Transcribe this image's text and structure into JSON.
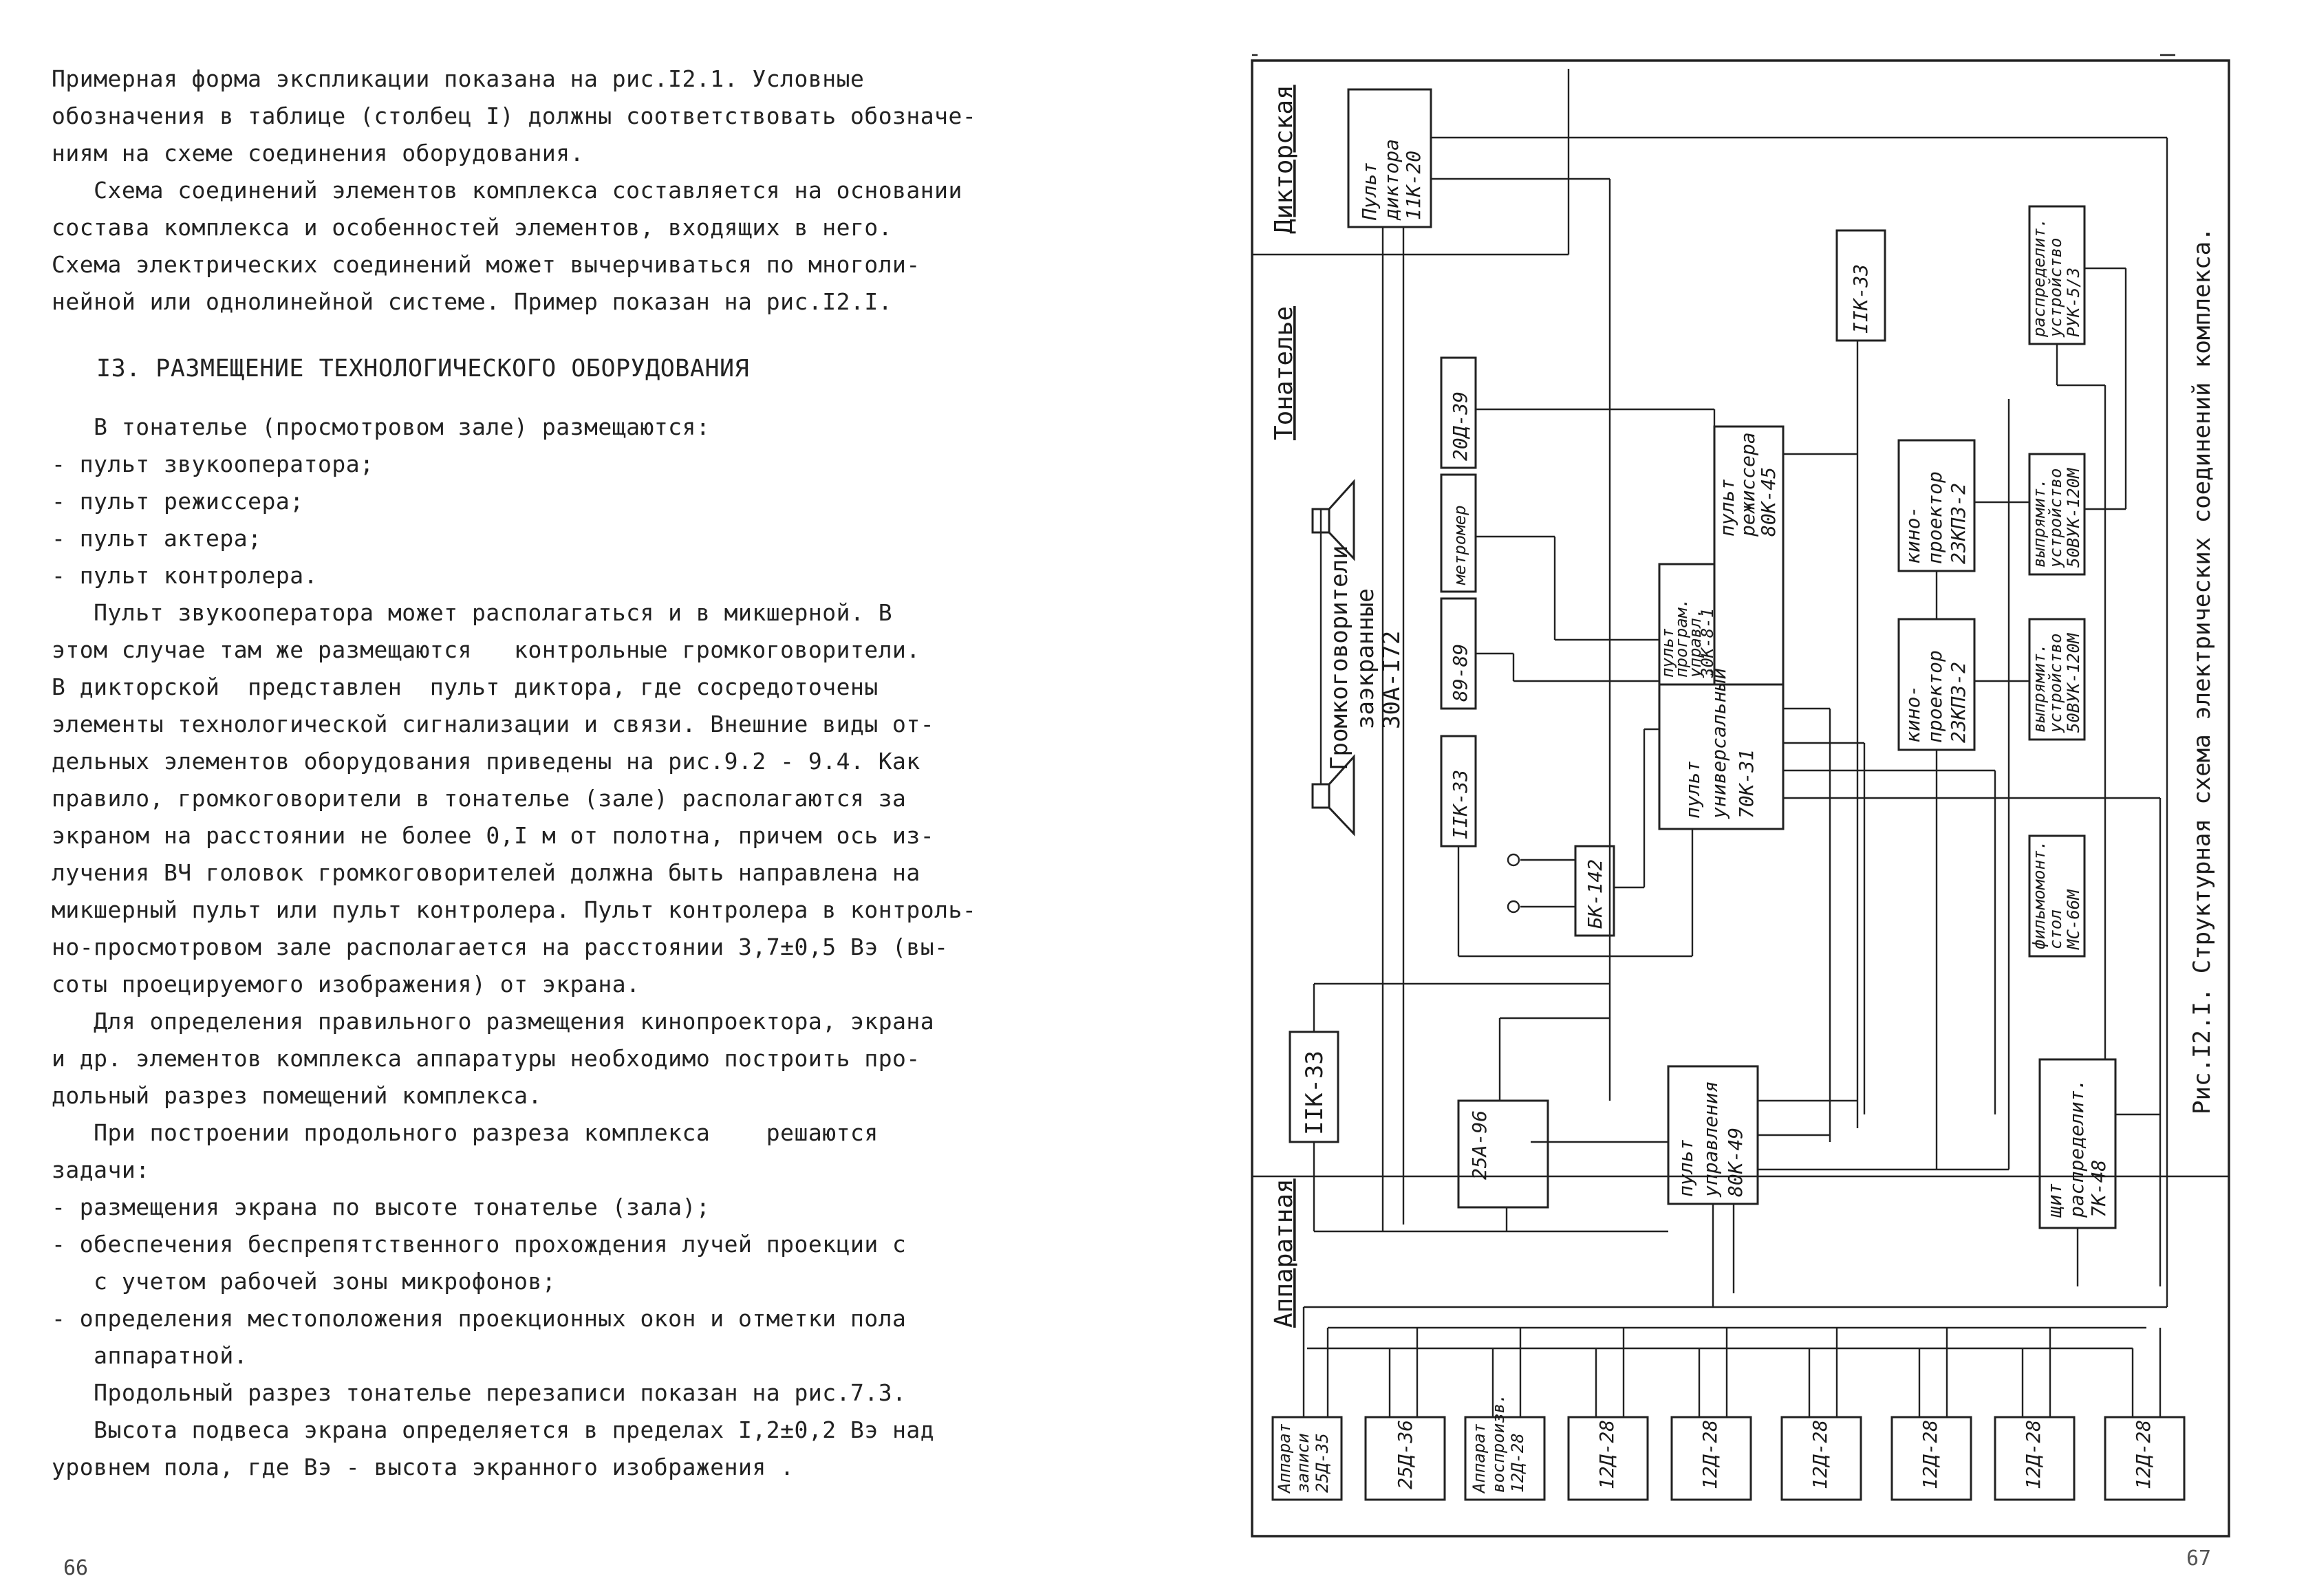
{
  "left_page": {
    "paragraphs": [
      "Примерная форма экспликации показана на рис.I2.1. Условные\nобозначения в таблице (столбец I) должны соответствовать обозначе-\nниям на схеме соединения оборудования.",
      "   Схема соединений элементов комплекса составляется на основании\nсостава комплекса и особенностей элементов, входящих в него.\nСхема электрических соединений может вычерчиваться по многоли-\nнейной или однолинейной системе. Пример показан на рис.I2.I."
    ],
    "heading": "I3. РАЗМЕЩЕНИЕ ТЕХНОЛОГИЧЕСКОГО ОБОРУДОВАНИЯ",
    "body": "   В тонательe (просмотровом зале) размещаются:\n- пульт звукооператора;\n- пульт режиссера;\n- пульт актера;\n- пульт контролера.\n   Пульт звукооператора может располагаться и в микшерной. В\nэтом случае там же размещаются   контрольные громкоговорители.\nВ дикторской  представлен  пульт диктора, где сосредоточены\nэлементы технологической сигнализации и связи. Внешние виды от-\nдельных элементов оборудования приведены на рис.9.2 - 9.4. Как\nправило, громкоговорители в тонательe (зале) располагаются за\nэкраном на расстоянии не более 0,I м от полотна, причем ось из-\nлучения ВЧ головок громкоговорителей должна быть направлена на\nмикшерный пульт или пульт контролера. Пульт контролера в контроль-\nно-просмотровом зале располагается на расстоянии 3,7±0,5 Вэ (вы-\nсоты проецируемого изображения) от экрана.\n   Для определения правильного размещения кинопроектора, экрана\nи др. элементов комплекса аппаратуры необходимо построить про-\nдольный разрез помещений комплекса.\n   При построении продольного разреза комплекса    решаются\nзадачи:\n- размещения экрана по высоте тонательe (зала);\n- обеспечения беспрепятственного прохождения лучей проекции с\n   с учетом рабочей зоны микрофонов;\n- определения местоположения проекционных окон и отметки пола\n   аппаратной.\n   Продольный разрез тонательe перезаписи показан на рис.7.3.\n   Высота подвеса экрана определяется в пределах I,2±0,2 Вэ над\nуровнем пола, где Вэ - высота экранного изображения .",
    "page_number": "66"
  },
  "right_page": {
    "page_number": "67",
    "caption": "Рис.I2.I. Структурная схема электрических соединений комплекса.",
    "rooms": {
      "dictor": "Дикторская",
      "tonatelie": "Тонателье",
      "apparatnaya": "Аппаратная"
    },
    "blocks": {
      "dictor_console": [
        "Пульт",
        "диктора",
        "11К-20"
      ],
      "speakers": [
        "Громкоговорители",
        "заэкранные",
        "30А-I72"
      ],
      "b20d39": "20Д-39",
      "metromer": "метромер",
      "b8989": "89-89",
      "iik33_left": "IIК-33",
      "bk142": "БК-142",
      "prog_console": [
        "пульт",
        "програм.",
        "управл.",
        "30К-8-1"
      ],
      "director_console": [
        "пульт",
        "режиссера",
        "80К-45"
      ],
      "universal_console": [
        "пульт",
        "универсальный",
        "70К-31"
      ],
      "iik33_top": "IIК-33",
      "projector1": [
        "кино-",
        "проектор",
        "23КПЗ-2"
      ],
      "projector2": [
        "кино-",
        "проектор",
        "23КПЗ-2"
      ],
      "distributor_top": [
        "распределит.",
        "устройство",
        "РУК-5/3"
      ],
      "rectifier1": [
        "выпрямит.",
        "устройство",
        "50ВУК-120М"
      ],
      "rectifier2": [
        "выпрямит.",
        "устройство",
        "50ВУК-120М"
      ],
      "film_table": [
        "фильмомонт.",
        "стол",
        "МС-66М"
      ],
      "iik33_app": "IIК-33",
      "b25a96": "25А-96",
      "control_console": [
        "пульт",
        "управления",
        "80К-49"
      ],
      "distribution_board": [
        "щит",
        "распределит.",
        "7К-48"
      ],
      "bottom_row": [
        [
          "Аппарат",
          "записи",
          "25Д-35"
        ],
        [
          "25Д-36"
        ],
        [
          "Аппарат",
          "воспроизв.",
          "12Д-28"
        ],
        [
          "12Д-28"
        ],
        [
          "12Д-28"
        ],
        [
          "12Д-28"
        ],
        [
          "12Д-28"
        ],
        [
          "12Д-28"
        ],
        [
          "12Д-28"
        ]
      ]
    }
  }
}
